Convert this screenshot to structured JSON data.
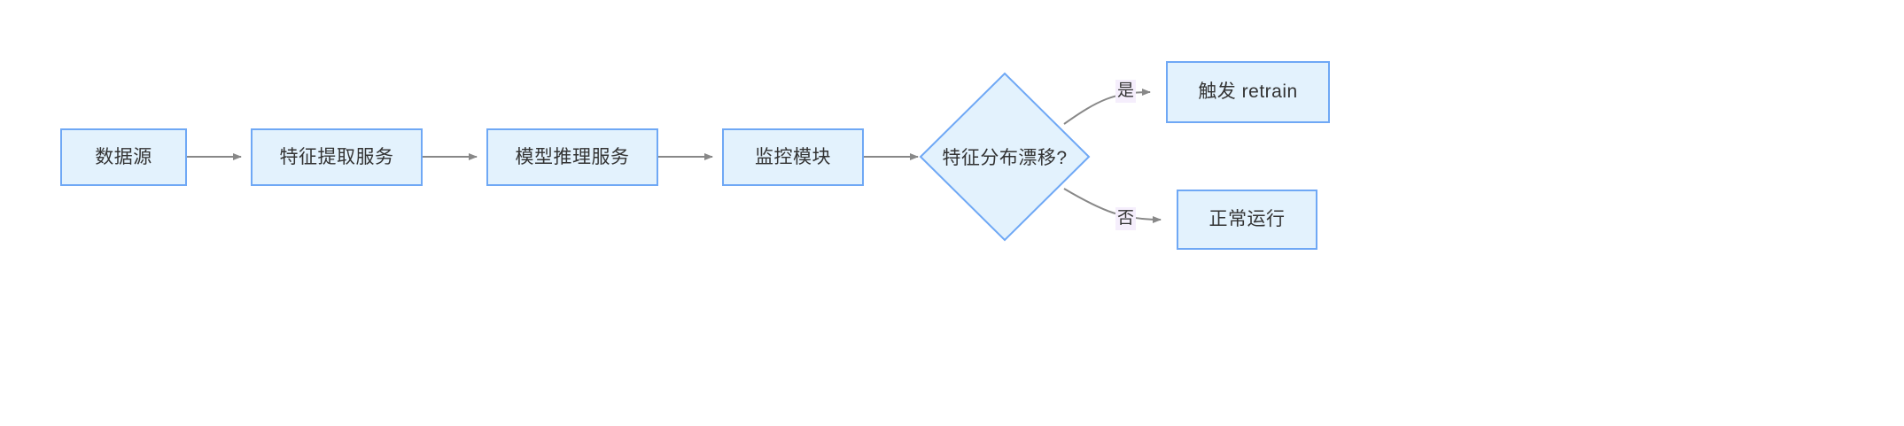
{
  "diagram": {
    "type": "flowchart",
    "direction": "left-to-right",
    "title": "",
    "background_color": "#ffffff",
    "node_fill_color": "#e3f2fd",
    "node_border_color": "#6fa8f5",
    "node_text_color": "#333333",
    "edge_color": "#888888",
    "edge_label_background_color": "#f5eefc",
    "nodes": [
      {
        "id": "source",
        "label": "数据源",
        "shape": "rect"
      },
      {
        "id": "feature",
        "label": "特征提取服务",
        "shape": "rect"
      },
      {
        "id": "inference",
        "label": "模型推理服务",
        "shape": "rect"
      },
      {
        "id": "monitor",
        "label": "监控模块",
        "shape": "rect"
      },
      {
        "id": "decision",
        "label": "特征分布漂移?",
        "shape": "diamond"
      },
      {
        "id": "retrain",
        "label": "触发 retrain",
        "shape": "rect"
      },
      {
        "id": "normal",
        "label": "正常运行",
        "shape": "rect"
      }
    ],
    "edges": [
      {
        "from": "source",
        "to": "feature",
        "label": ""
      },
      {
        "from": "feature",
        "to": "inference",
        "label": ""
      },
      {
        "from": "inference",
        "to": "monitor",
        "label": ""
      },
      {
        "from": "monitor",
        "to": "decision",
        "label": ""
      },
      {
        "from": "decision",
        "to": "retrain",
        "label": "是"
      },
      {
        "from": "decision",
        "to": "normal",
        "label": "否"
      }
    ]
  }
}
